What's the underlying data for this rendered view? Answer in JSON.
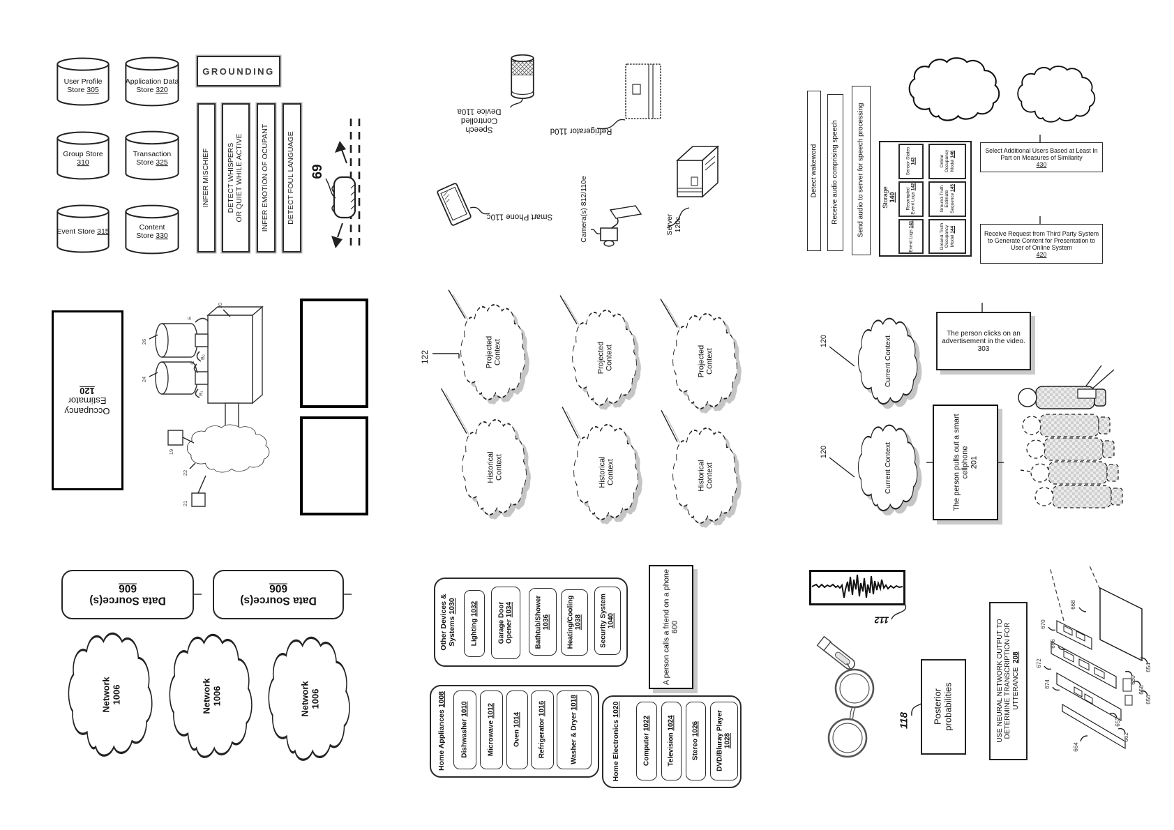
{
  "storesPanel": {
    "grounding_label": "GROUNDING",
    "stores": [
      {
        "name": "User Profile Store",
        "ref": "305"
      },
      {
        "name": "Application Data Store",
        "ref": "320"
      },
      {
        "name": "Group Store",
        "ref": "310"
      },
      {
        "name": "Transaction Store",
        "ref": "325"
      },
      {
        "name": "Event Store",
        "ref": "315"
      },
      {
        "name": "Content Store",
        "ref": "330"
      }
    ],
    "bars": [
      "INFER MISCHIEF",
      "DETECT WHISPERS\nOR QUIET WHILE ACTIVE",
      "INFER EMOTION OF OCUPANT",
      "DETECT FOUL LANGUAGE"
    ],
    "car_ref": "69"
  },
  "devicesPanel": {
    "speech_device": {
      "name": "Speech Controlled Device",
      "ref": "110a"
    },
    "refrigerator": {
      "name": "Refrigerator",
      "ref": "110d"
    },
    "smart_phone": {
      "name": "Smart Phone",
      "ref": "110c"
    },
    "camera_label": "Camera(s) 812/110e",
    "server": {
      "name": "Server",
      "ref": "120c"
    }
  },
  "speechFlowPanel": {
    "steps": [
      "Detect wakeword",
      "Receive audio comprising speech",
      "Send audio to server for speech processing"
    ],
    "storage": {
      "title": "Storage",
      "ref": "140",
      "col1": [
        {
          "name": "Sensor States",
          "ref": "143"
        },
        {
          "name": "Resampled Event Logs",
          "ref": "142"
        },
        {
          "name": "Event Logs",
          "ref": "141"
        }
      ],
      "col2": [
        {
          "name": "Online Occupancy Model",
          "ref": "146"
        },
        {
          "name": "Ground-Truth Estimate Sequence",
          "ref": "145"
        },
        {
          "name": "Ground-Truth Occupancy Model",
          "ref": "144"
        }
      ]
    },
    "box430": {
      "text": "Select Additional Users Based at Least In Part on Measures of Similarity",
      "ref": "430"
    },
    "box420": {
      "text": "Receive Request from Third Party System to Generate Content for Presentation to User of Online System",
      "ref": "420"
    }
  },
  "estimatorPanel": {
    "estimator": {
      "name": "Occupancy Estimator",
      "ref": "120"
    },
    "refs": {
      "machine": "20",
      "cylinder_top": "26",
      "cylinder_bottom": "24",
      "square_a": "19",
      "cloud": "22",
      "square_b": "21",
      "arrow_e": "E",
      "arrow_b2": "B₂",
      "arrow_c": "C",
      "arrow_b1": "B₁"
    }
  },
  "contextPanel": {
    "ref": "122",
    "projected_label": "Projected Context",
    "historical_label": "Historical Context"
  },
  "currentContextPanel": {
    "cloud_label": "Current Context",
    "cloud_ref": "120",
    "box303": {
      "text": "The person clicks on an advertisement in the video.",
      "ref": "303"
    },
    "box201": {
      "text": "The person pulls out a smart cellphone",
      "ref": "201"
    }
  },
  "networkPanel": {
    "data_source": {
      "name": "Data Source(s)",
      "ref": "606"
    },
    "network": {
      "name": "Network",
      "ref": "1006"
    }
  },
  "homePanel": {
    "other_devices": {
      "title": "Other Devices & Systems",
      "ref": "1030",
      "items": [
        {
          "name": "Lighting",
          "ref": "1032"
        },
        {
          "name": "Garage Door Opener",
          "ref": "1034"
        },
        {
          "name": "Bathtub/Shower",
          "ref": "1036"
        },
        {
          "name": "Heating/Cooling",
          "ref": "1038"
        },
        {
          "name": "Security System",
          "ref": "1040"
        }
      ]
    },
    "appliances": {
      "title": "Home Appliances",
      "ref": "1008",
      "items": [
        {
          "name": "Dishwasher",
          "ref": "1010"
        },
        {
          "name": "Microwave",
          "ref": "1012"
        },
        {
          "name": "Oven",
          "ref": "1014"
        },
        {
          "name": "Refrigerator",
          "ref": "1016"
        },
        {
          "name": "Washer & Dryer",
          "ref": "1018"
        }
      ]
    },
    "electronics": {
      "title": "Home Electronics",
      "ref": "1020",
      "items": [
        {
          "name": "Computer",
          "ref": "1022"
        },
        {
          "name": "Television",
          "ref": "1024"
        },
        {
          "name": "Stereo",
          "ref": "1026"
        },
        {
          "name": "DVD/Bluray Player",
          "ref": "1028"
        }
      ]
    },
    "box600": {
      "text": "A person calls a friend on a phone",
      "ref": "600"
    }
  },
  "speechNnPanel": {
    "waveform_ref": "112",
    "glasses_ref": "118",
    "posterior_label": "Posterior probabilities",
    "nn_box": {
      "text": "USE NEURAL NETWORK OUTPUT TO DETERMINE TRANSCRIPTION FOR UTTERANCE",
      "ref": "208"
    },
    "device_refs": [
      "668",
      "670",
      "666",
      "672",
      "674",
      "664",
      "654",
      "660",
      "658",
      "656",
      "652",
      "662"
    ]
  }
}
